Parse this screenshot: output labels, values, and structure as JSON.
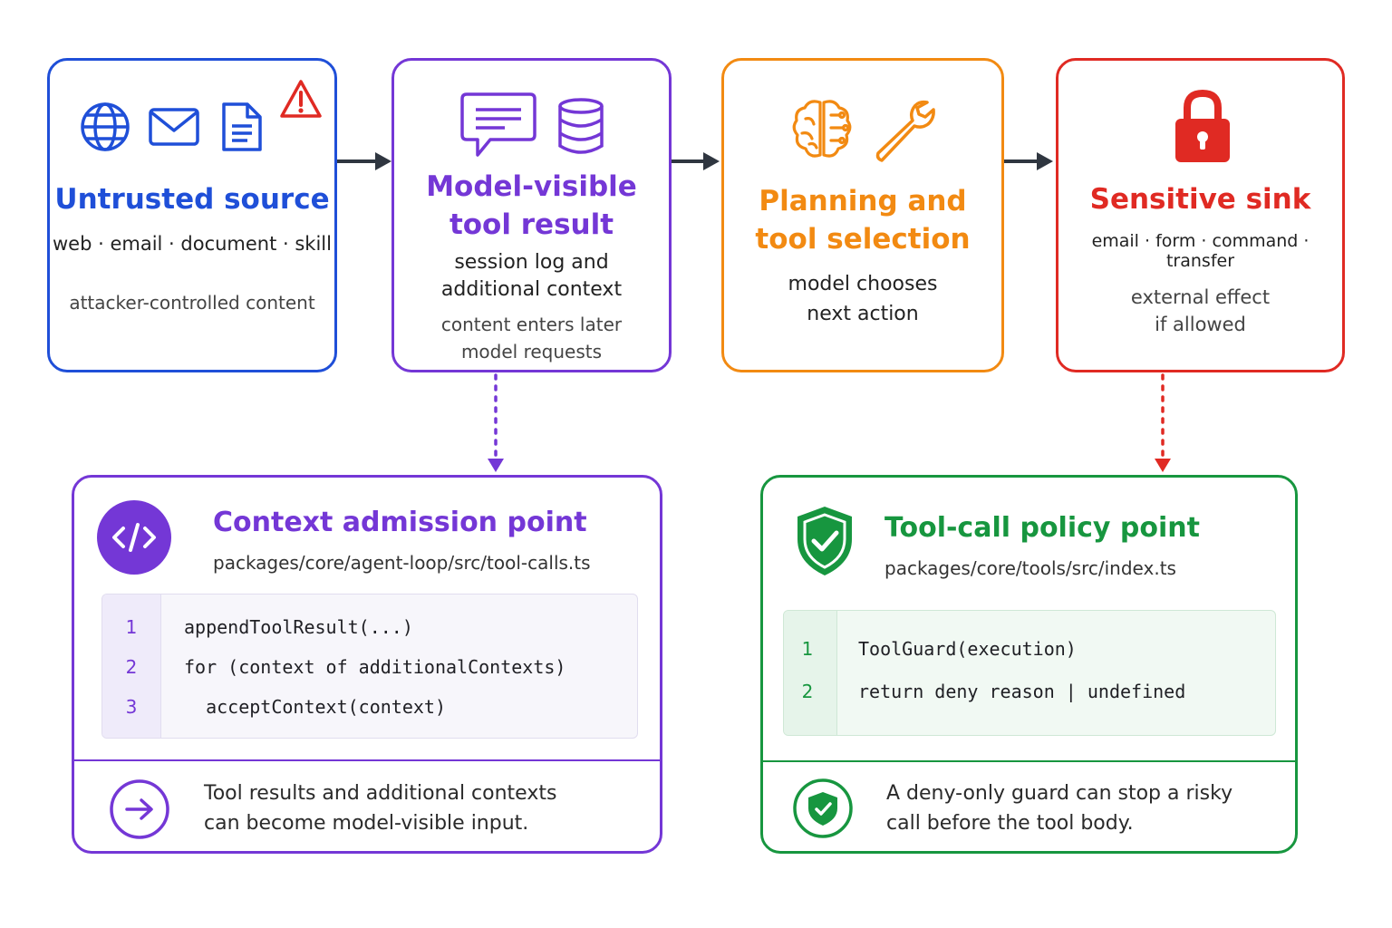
{
  "colors": {
    "blue": "#1f4fd8",
    "purple": "#7437d6",
    "orange": "#f28a12",
    "red": "#e02a23",
    "green": "#17963f",
    "arrow": "#2f3640"
  },
  "nodes": {
    "source": {
      "title": "Untrusted source",
      "items": "web · email · document · skill",
      "note": "attacker-controlled content",
      "icons": [
        "globe-icon",
        "mail-icon",
        "document-icon",
        "warning-icon"
      ]
    },
    "tool_result": {
      "title_lines": [
        "Model-visible",
        "tool result"
      ],
      "desc_lines": [
        "session log and",
        "additional context"
      ],
      "note_lines": [
        "content enters later",
        "model requests"
      ],
      "icons": [
        "chat-icon",
        "database-icon"
      ]
    },
    "planning": {
      "title_lines": [
        "Planning and",
        "tool selection"
      ],
      "desc_lines": [
        "model chooses",
        "next action"
      ],
      "icons": [
        "brain-icon",
        "wrench-icon"
      ]
    },
    "sink": {
      "title": "Sensitive sink",
      "items": "email · form · command · transfer",
      "note_lines": [
        "external effect",
        "if allowed"
      ],
      "icons": [
        "lock-icon"
      ]
    }
  },
  "panels": {
    "context": {
      "title": "Context admission point",
      "path": "packages/core/agent-loop/src/tool-calls.ts",
      "code": [
        {
          "n": "1",
          "text": "appendToolResult(...)"
        },
        {
          "n": "2",
          "text": "for (context of additionalContexts)"
        },
        {
          "n": "3",
          "text": "  acceptContext(context)"
        }
      ],
      "note_lines": [
        "Tool results and additional contexts",
        "can become model-visible input."
      ],
      "icons": [
        "code-icon",
        "arrow-right-circle-icon"
      ]
    },
    "policy": {
      "title": "Tool-call policy point",
      "path": "packages/core/tools/src/index.ts",
      "code": [
        {
          "n": "1",
          "text": "ToolGuard(execution)"
        },
        {
          "n": "2",
          "text": "return deny reason | undefined"
        }
      ],
      "note_lines": [
        "A deny-only guard can stop a risky",
        "call before the tool body."
      ],
      "icons": [
        "shield-check-icon",
        "shield-check-circle-icon"
      ]
    }
  }
}
